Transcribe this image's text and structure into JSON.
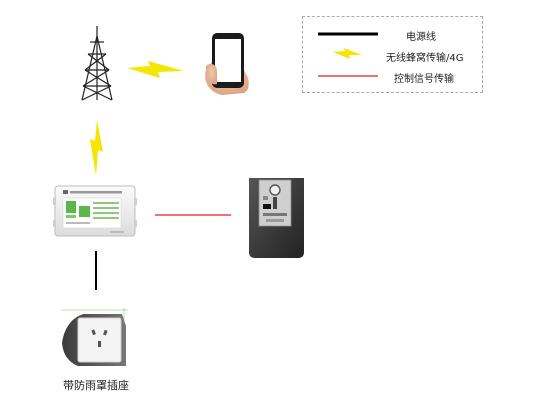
{
  "legend": {
    "items": [
      {
        "label": "电源线",
        "kind": "power",
        "color": "#000000"
      },
      {
        "label": "无线蜂窝传输/4G",
        "kind": "wireless",
        "color": "#f5e600"
      },
      {
        "label": "控制信号传输",
        "kind": "control",
        "color": "#e02020"
      }
    ]
  },
  "nodes": {
    "tower": {
      "icon": "cell-tower-icon"
    },
    "phone": {
      "icon": "smartphone-icon"
    },
    "controller": {
      "icon": "control-box-icon",
      "screen_color": "#5fb648"
    },
    "coin_acceptor": {
      "icon": "coin-acceptor-icon"
    },
    "socket": {
      "label": "带防雨罩插座",
      "icon": "rain-cover-socket-icon"
    }
  }
}
